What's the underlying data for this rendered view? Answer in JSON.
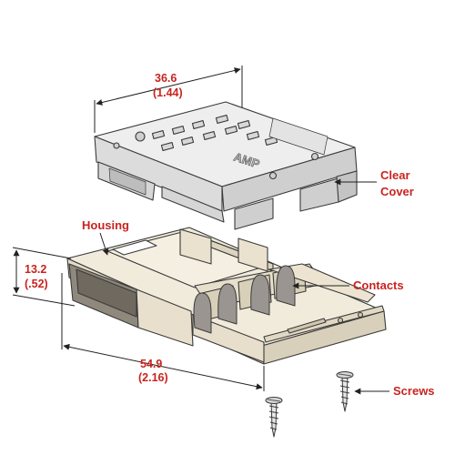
{
  "dimensions": {
    "cover_width": {
      "metric": "36.6",
      "imperial": "(1.44)"
    },
    "housing_height": {
      "metric": "13.2",
      "imperial": "(.52)"
    },
    "housing_length": {
      "metric": "54.9",
      "imperial": "(2.16)"
    }
  },
  "callouts": {
    "cover_line1": "Clear",
    "cover_line2": "Cover",
    "housing": "Housing",
    "contacts": "Contacts",
    "screws": "Screws"
  },
  "markings": {
    "cover_logo": "AMP"
  },
  "colors": {
    "label": "#c8241f",
    "cover_fill": "#e9e9e9",
    "housing_fill": "#eee7d7",
    "outline": "#3a3a3a"
  }
}
